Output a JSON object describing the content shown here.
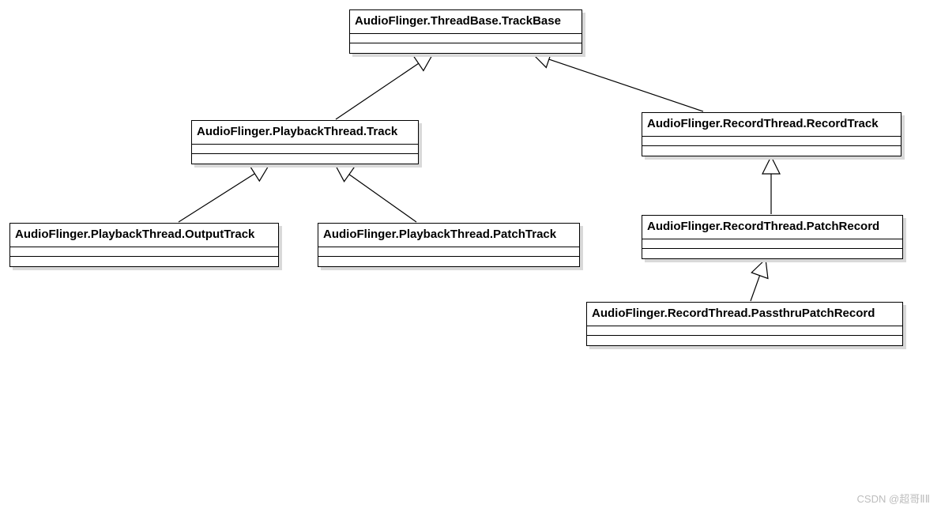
{
  "diagram": {
    "classes": {
      "track_base": {
        "name": "AudioFlinger.ThreadBase.TrackBase"
      },
      "playback_track": {
        "name": "AudioFlinger.PlaybackThread.Track"
      },
      "record_track": {
        "name": "AudioFlinger.RecordThread.RecordTrack"
      },
      "output_track": {
        "name": "AudioFlinger.PlaybackThread.OutputTrack"
      },
      "patch_track": {
        "name": "AudioFlinger.PlaybackThread.PatchTrack"
      },
      "patch_record": {
        "name": "AudioFlinger.RecordThread.PatchRecord"
      },
      "passthru_patch_record": {
        "name": "AudioFlinger.RecordThread.PassthruPatchRecord"
      }
    },
    "relations": [
      {
        "type": "inheritance",
        "from": "playback_track",
        "to": "track_base"
      },
      {
        "type": "inheritance",
        "from": "record_track",
        "to": "track_base"
      },
      {
        "type": "inheritance",
        "from": "output_track",
        "to": "playback_track"
      },
      {
        "type": "inheritance",
        "from": "patch_track",
        "to": "playback_track"
      },
      {
        "type": "inheritance",
        "from": "patch_record",
        "to": "record_track"
      },
      {
        "type": "inheritance",
        "from": "passthru_patch_record",
        "to": "patch_record"
      }
    ]
  },
  "watermark": "CSDN @超哥ⅡⅡ"
}
